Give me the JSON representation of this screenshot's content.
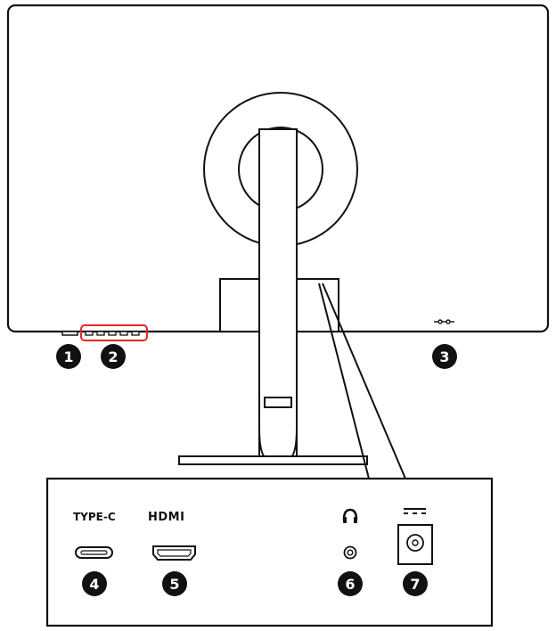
{
  "port_labels": {
    "type_c": "TYPE-C",
    "hdmi": "HDMI"
  },
  "callouts": [
    {
      "id": "1",
      "number": "1"
    },
    {
      "id": "2",
      "number": "2"
    },
    {
      "id": "3",
      "number": "3"
    },
    {
      "id": "4",
      "number": "4"
    },
    {
      "id": "5",
      "number": "5"
    },
    {
      "id": "6",
      "number": "6"
    },
    {
      "id": "7",
      "number": "7"
    }
  ],
  "icons": {
    "headphone": "headphone-icon",
    "dc_power": "dc-power-icon",
    "kensington": "kensington-lock-icon"
  },
  "colors": {
    "highlight": "#e8232a",
    "line": "#111111"
  }
}
